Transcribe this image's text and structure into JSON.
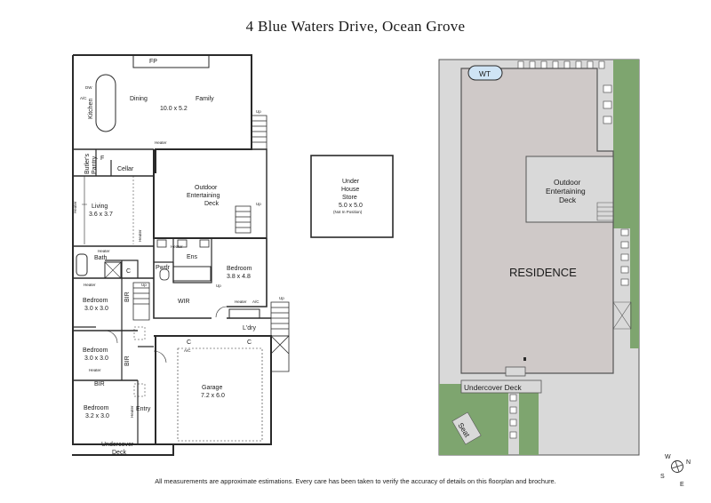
{
  "title": "4 Blue Waters Drive, Ocean Grove",
  "footer": "All measurements are approximate estimations. Every care has been taken to verify the accuracy of details on this floorplan and brochure.",
  "floorplan": {
    "fp": "FP",
    "dining": "Dining",
    "family": "Family",
    "family_dim": "10.0 x 5.2",
    "kitchen": "Kitchen",
    "dw": "DW",
    "ac": "A/C",
    "up": "Up",
    "heater": "Heater",
    "butlers1": "Butler's",
    "butlers2": "Pantry",
    "f": "F",
    "cellar": "Cellar",
    "outdoor1": "Outdoor",
    "outdoor2": "Entertaining",
    "outdoor3": "Deck",
    "living": "Living",
    "living_dim": "3.6 x 3.7",
    "bath": "Bath",
    "c": "C",
    "ens": "Ens",
    "pwdr": "Pwdr",
    "bedroom": "Bedroom",
    "bed1_dim": "3.8 x 4.8",
    "bir": "BIR",
    "wir": "WIR",
    "bed2_dim": "3.0 x 3.0",
    "bed3_dim": "3.0 x 3.0",
    "bed4_dim": "3.2 x 3.0",
    "ldry": "L'dry",
    "garage": "Garage",
    "garage_dim": "7.2 x 6.0",
    "entry": "Entry",
    "undercover1": "Undercover",
    "undercover2": "Deck"
  },
  "store": {
    "line1": "Under",
    "line2": "House",
    "line3": "Store",
    "dim": "5.0 x 5.0",
    "note": "(Not In Position)"
  },
  "siteplan": {
    "wt": "WT",
    "outdoor1": "Outdoor",
    "outdoor2": "Entertaining",
    "outdoor3": "Deck",
    "residence": "RESIDENCE",
    "undercover": "Undercover Deck",
    "seat": "Seat"
  },
  "compass": {
    "w": "W",
    "n": "N",
    "s": "S",
    "e": "E"
  },
  "colors": {
    "wall": "#2a2a2a",
    "residence": "#cfc9c8",
    "grass": "#7ea56f",
    "paving": "#d9d9d9",
    "outline": "#555555"
  }
}
